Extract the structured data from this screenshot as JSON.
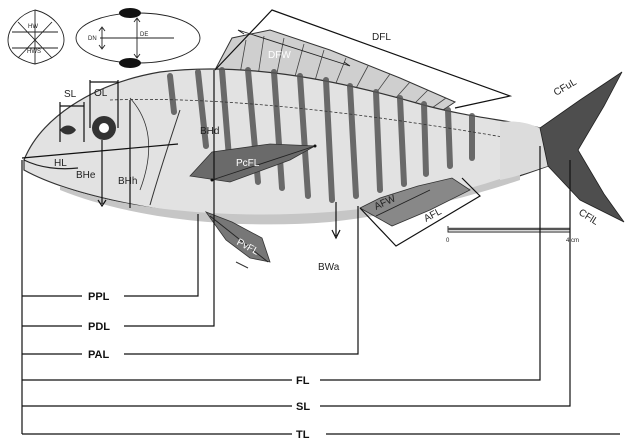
{
  "labels": {
    "dfl": "DFL",
    "dfw": "DFW",
    "sl_top": "SL",
    "ol": "OL",
    "hl": "HL",
    "bhe": "BHe",
    "bhh": "BHh",
    "bhd": "BHd",
    "pcfl": "PcFL",
    "pvfl": "PvFL",
    "bwa": "BWa",
    "afw": "AFW",
    "afl": "AFL",
    "cful": "CFuL",
    "cfll": "CFlL",
    "dn": "DN",
    "de": "DE",
    "scale_zero": "0",
    "scale_end": "4 cm",
    "ppl": "PPL",
    "pdl": "PDL",
    "pal": "PAL",
    "fl": "FL",
    "sl": "SL",
    "tl": "TL"
  }
}
